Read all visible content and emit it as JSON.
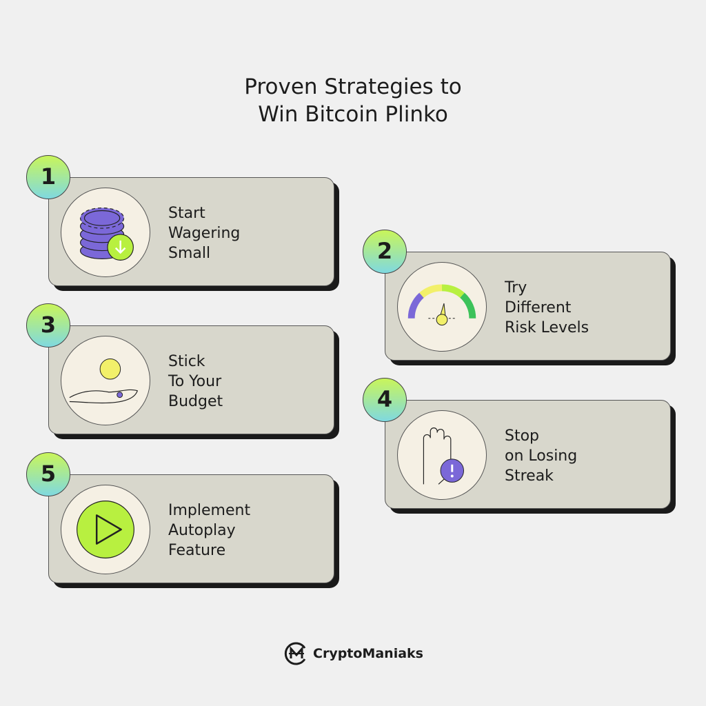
{
  "title_line1": "Proven Strategies to",
  "title_line2": "Win Bitcoin Plinko",
  "steps": [
    {
      "number": "1",
      "label": "Start\nWagering\nSmall",
      "icon": "poker-chips-down-arrow-icon"
    },
    {
      "number": "2",
      "label": "Try\nDifferent\nRisk Levels",
      "icon": "risk-gauge-icon"
    },
    {
      "number": "3",
      "label": "Stick\nTo Your\nBudget",
      "icon": "hand-coin-icon"
    },
    {
      "number": "4",
      "label": "Stop\non Losing\nStreak",
      "icon": "stop-hand-warning-icon"
    },
    {
      "number": "5",
      "label": "Implement\nAutoplay\nFeature",
      "icon": "play-button-icon"
    }
  ],
  "brand": "CryptoManiaks",
  "colors": {
    "purple": "#7b68d8",
    "lime": "#b8f040",
    "yellow": "#f2f06a",
    "green": "#3cc25a",
    "card": "#d8d7cc"
  }
}
